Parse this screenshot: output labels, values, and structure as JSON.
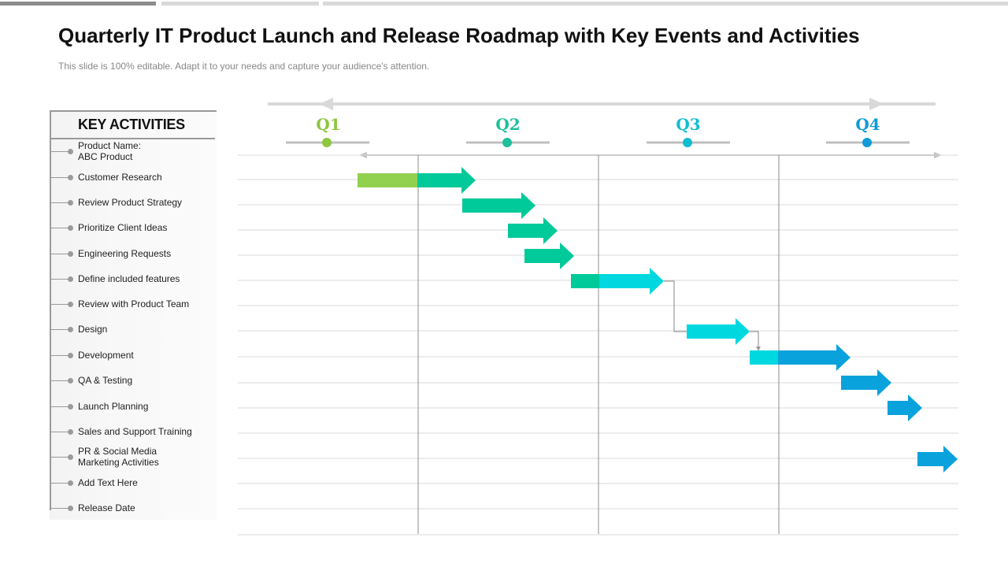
{
  "header": {
    "title": "Quarterly IT Product Launch and Release Roadmap with Key Events and Activities",
    "subtitle": "This slide is 100% editable. Adapt it to your needs and capture your audience's attention."
  },
  "panel": {
    "heading": "KEY ACTIVITIES",
    "activities": [
      "Product Name:\nABC Product",
      "Customer Research",
      "Review Product Strategy",
      "Prioritize Client Ideas",
      "Engineering Requests",
      "Define included features",
      "Review with Product Team",
      "Design",
      "Development",
      "QA & Testing",
      "Launch Planning",
      "Sales and Support Training",
      "PR & Social Media\nMarketing Activities",
      "Add Text Here",
      "Release Date"
    ]
  },
  "quarters": [
    {
      "label": "Q1",
      "color": "#8dc63f"
    },
    {
      "label": "Q2",
      "color": "#1ebf9a"
    },
    {
      "label": "Q3",
      "color": "#11bdd0"
    },
    {
      "label": "Q4",
      "color": "#0e9bd8"
    }
  ],
  "colors": {
    "green": "#92d050",
    "teal": "#00c99a",
    "cyan": "#00d8e0",
    "blue": "#0aa2dc",
    "grid": "#d9d9d9",
    "divider": "#8c8c8c"
  }
}
